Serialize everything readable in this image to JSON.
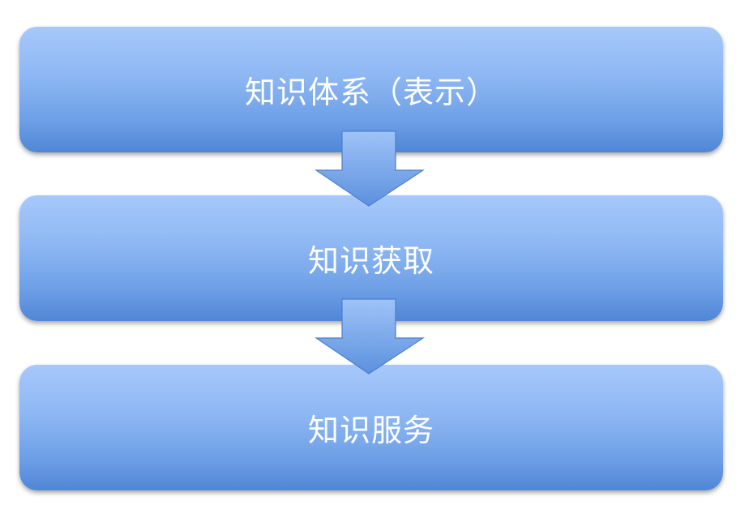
{
  "diagram": {
    "steps": [
      {
        "label": "知识体系（表示）"
      },
      {
        "label": "知识获取"
      },
      {
        "label": "知识服务"
      }
    ],
    "colors": {
      "box_top": "#a7c8fb",
      "box_bottom": "#4f86d6",
      "arrow_top": "#9fc3f8",
      "arrow_bottom": "#5c91de",
      "text": "#ffffff"
    }
  }
}
